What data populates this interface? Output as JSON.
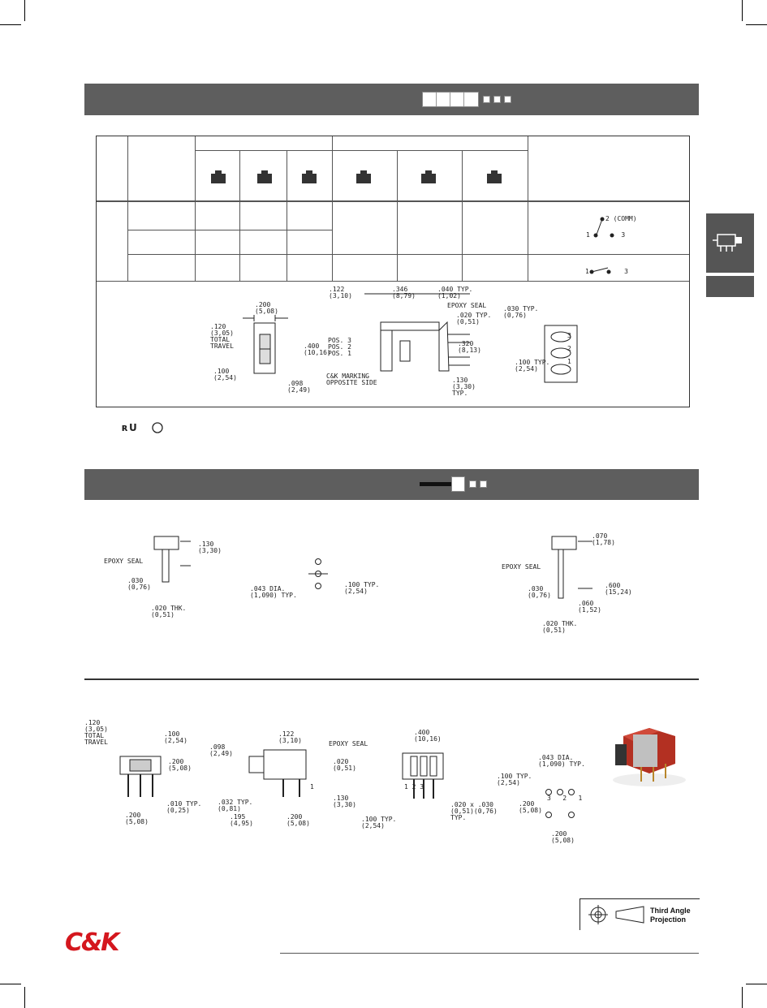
{
  "brand": {
    "logo_text": "C&K",
    "logo_color": "#d4171e"
  },
  "colors": {
    "band": "#5e5e5e",
    "side_tab": "#555555"
  },
  "projection": {
    "label": "Third Angle\nProjection"
  },
  "top_drawing": {
    "dims": {
      "d1": ".200\n(5,08)",
      "d2": ".120\n(3,05)\nTOTAL\nTRAVEL",
      "d3": ".400\n(10,16)",
      "d4": ".100\n(2,54)",
      "d5": ".098\n(2,49)",
      "d6": ".122\n(3,10)",
      "d7": ".346\n(8,79)",
      "d8": ".040 TYP.\n(1,02)",
      "d9": "EPOXY SEAL",
      "d10": ".020 TYP.\n(0,51)",
      "d11": "POS. 3\nPOS. 2\nPOS. 1",
      "d12": ".320\n(8,13)",
      "d13": "C&K MARKING\nOPPOSITE SIDE",
      "d14": ".130\n(3,30)\nTYP.",
      "d15": ".030 TYP.\n(0,76)",
      "d16": ".100 TYP.\n(2,54)",
      "d17": "3\n\n2\n\n1"
    },
    "schematic": {
      "comm": "2 (COMM)",
      "pins_a": "1        3",
      "pins_b": "1         3"
    }
  },
  "middle": {
    "d1": ".130\n(3,30)",
    "d2": "EPOXY SEAL",
    "d3": ".030\n(0,76)",
    "d4": ".020 THK.\n(0,51)",
    "d5": ".043 DIA.\n(1,090) TYP.",
    "d6": ".100 TYP.\n(2,54)",
    "d7": ".070\n(1,78)",
    "d8": "EPOXY SEAL",
    "d9": ".600\n(15,24)",
    "d10": ".030\n(0,76)",
    "d11": ".060\n(1,52)",
    "d12": ".020 THK.\n(0,51)"
  },
  "bottom": {
    "d1": ".120\n(3,05)\nTOTAL\nTRAVEL",
    "d2": ".100\n(2,54)",
    "d3": ".200\n(5,08)",
    "d4": ".010 TYP.\n(0,25)",
    "d5": ".200\n(5,08)",
    "d6": ".098\n(2,49)",
    "d7": ".122\n(3,10)",
    "d8": "EPOXY SEAL",
    "d9": ".020\n(0,51)",
    "d10": ".032 TYP.\n(0,81)",
    "d11": ".130\n(3,30)",
    "d12": ".195\n(4,95)",
    "d13": ".200\n(5,08)",
    "d14": ".400\n(10,16)",
    "d15": "1 2 3",
    "d16": ".100 TYP.\n(2,54)",
    "d17": ".020 x .030\n(0,51)(0,76)\nTYP.",
    "d18": ".043 DIA.\n(1,090) TYP.",
    "d19": ".100 TYP.\n(2,54)",
    "d20": "3   2   1",
    "d21": ".200\n(5,08)",
    "d22": ".200\n(5,08)",
    "d23": "1"
  }
}
